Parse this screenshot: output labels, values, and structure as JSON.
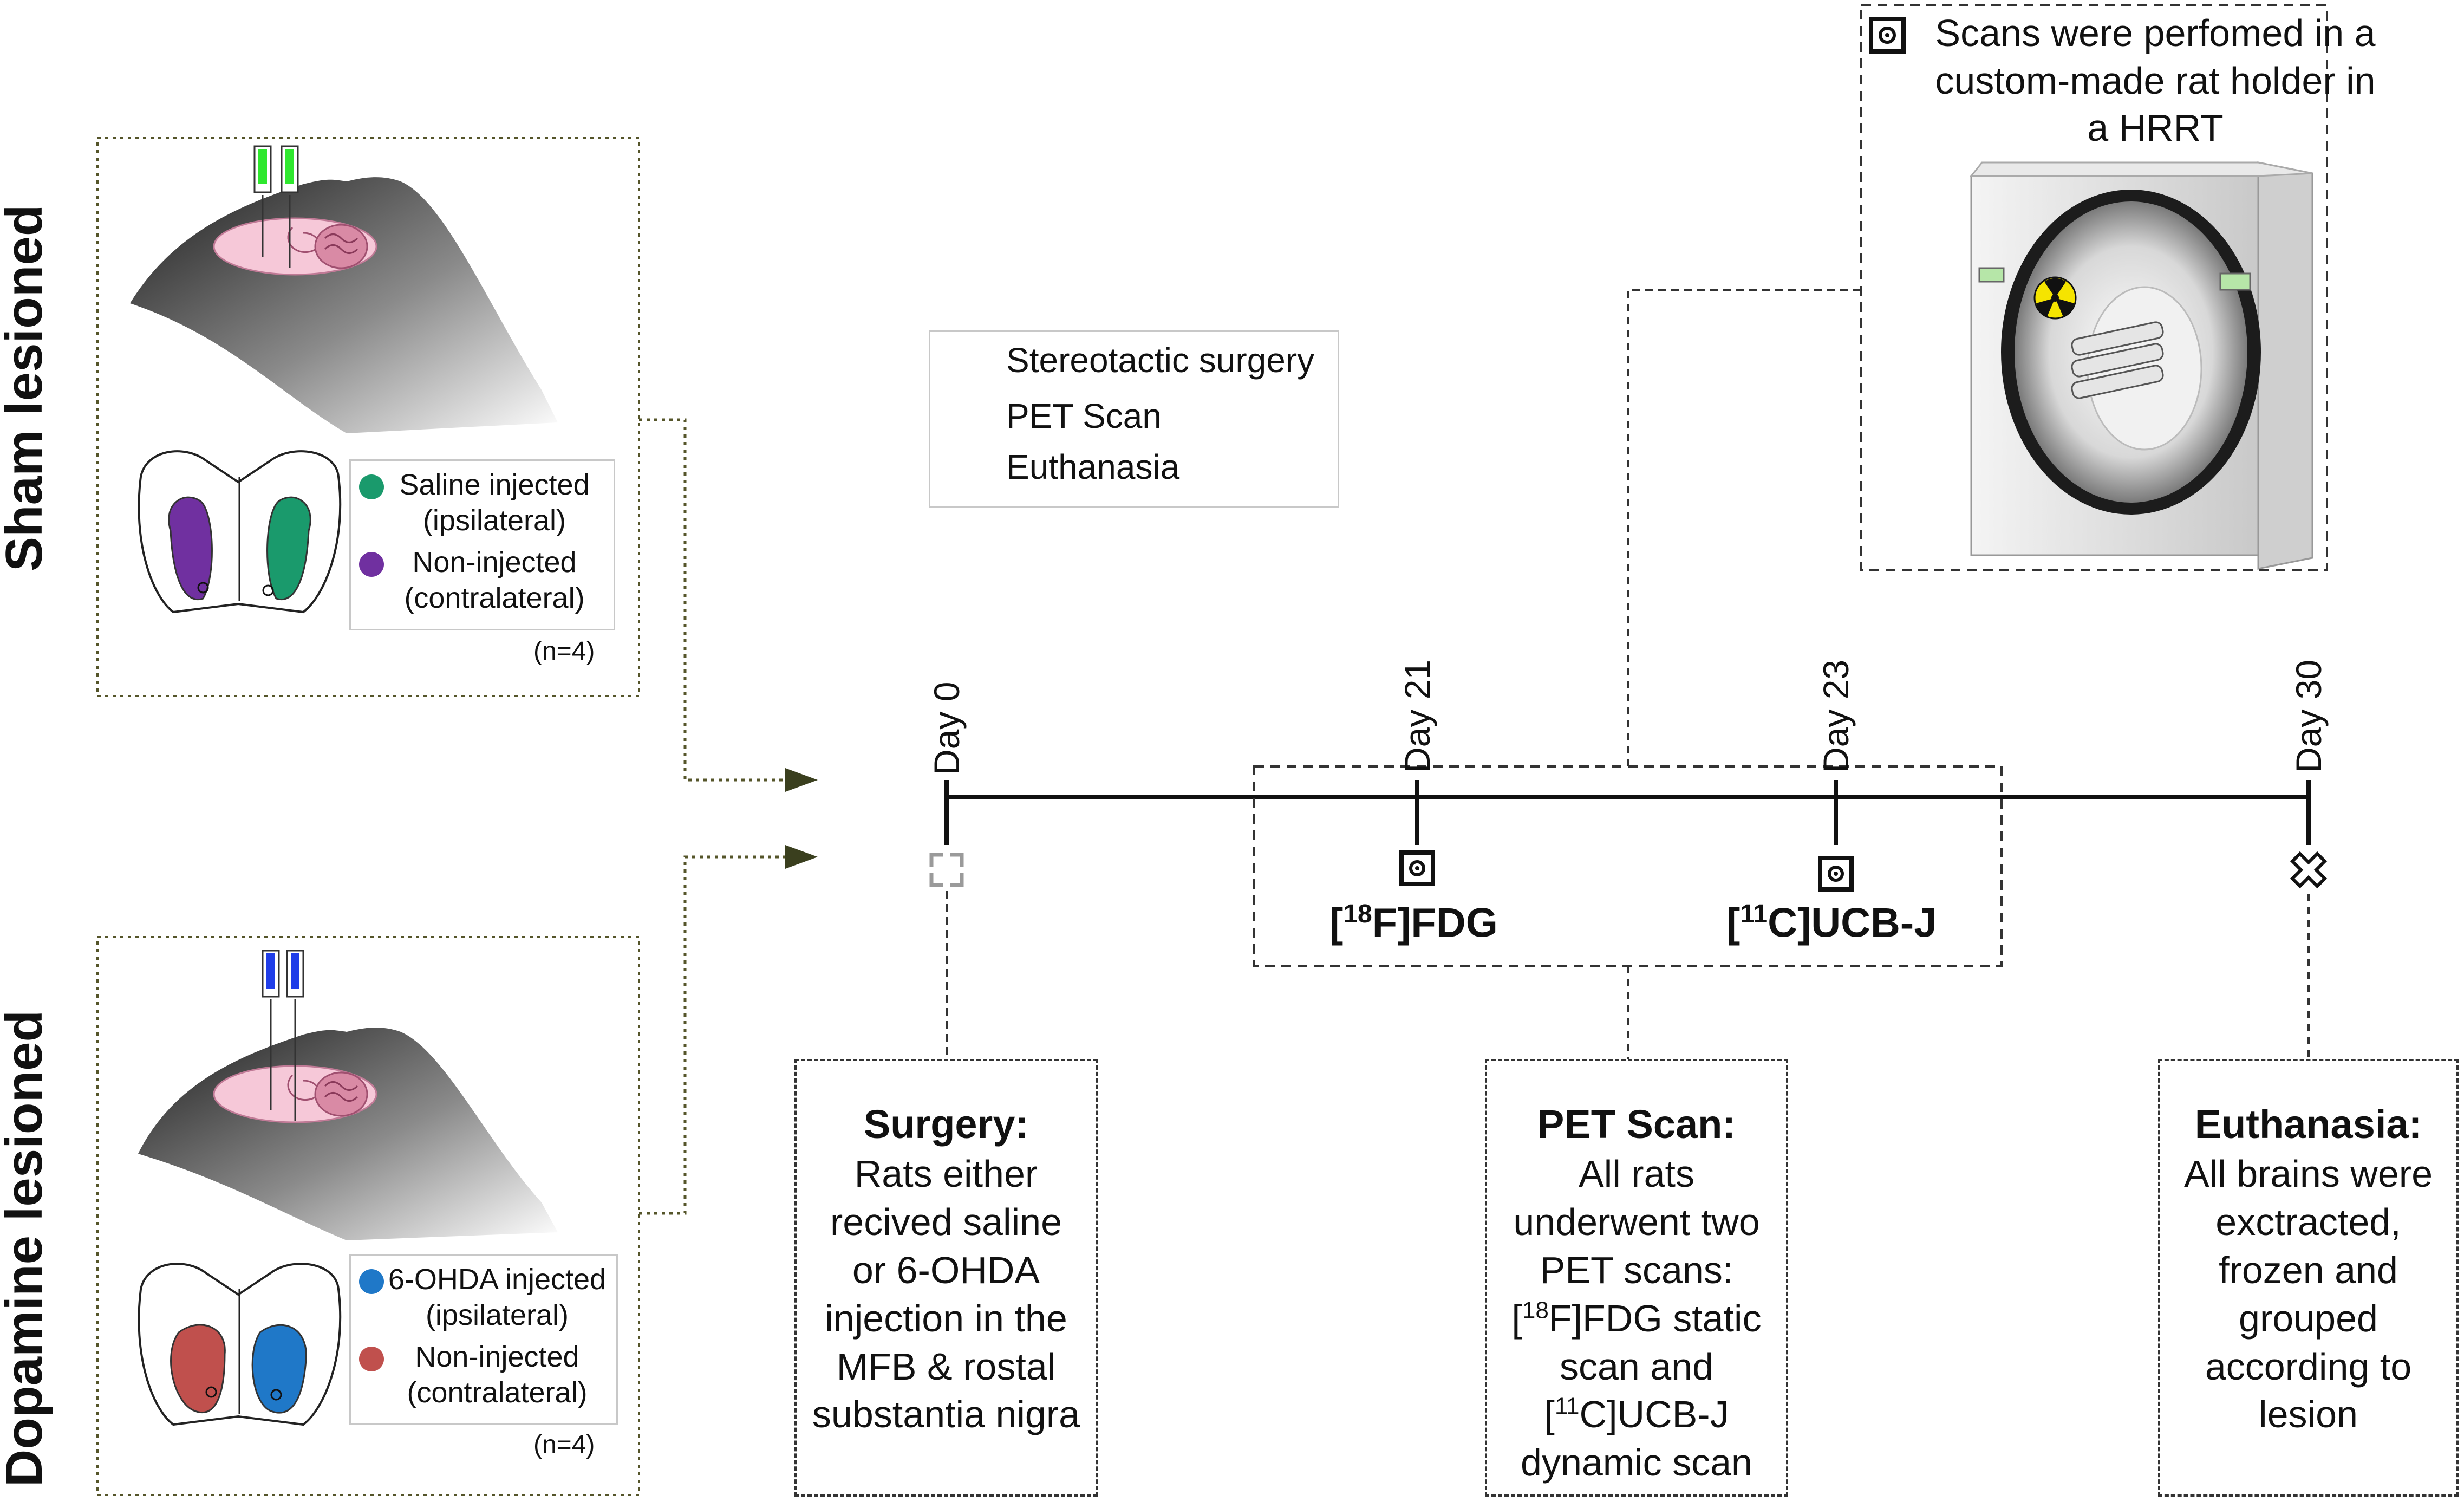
{
  "groups": {
    "sham": {
      "label": "Sham lesioned",
      "legend": [
        {
          "text_line1": "Saline injected",
          "text_line2": "(ipsilateral)",
          "color": "#1a9a6c"
        },
        {
          "text_line1": "Non-injected",
          "text_line2": "(contralateral)",
          "color": "#7030a0"
        }
      ],
      "n": "(n=4)",
      "syringe_color": "#2ee82e"
    },
    "dopamine": {
      "label": "Dopamine lesioned",
      "legend": [
        {
          "text_line1": "6-OHDA injected",
          "text_line2": "(ipsilateral)",
          "color": "#1f78c8"
        },
        {
          "text_line1": "Non-injected",
          "text_line2": "(contralateral)",
          "color": "#c0504d"
        }
      ],
      "n": "(n=4)",
      "syringe_color": "#1f3de8"
    }
  },
  "legend_key": {
    "surgery": "Stereotactic surgery",
    "pet": "PET Scan",
    "euthanasia": "Euthanasia"
  },
  "timeline": {
    "days": [
      {
        "label": "Day 0",
        "marker": "surgery"
      },
      {
        "label": "Day 21",
        "marker": "pet"
      },
      {
        "label": "Day 23",
        "marker": "pet"
      },
      {
        "label": "Day 30",
        "marker": "euthanasia"
      }
    ],
    "tracer_fdg_sup": "18",
    "tracer_fdg_rest": "F]FDG",
    "tracer_ucb_sup": "11",
    "tracer_ucb_rest": "C]UCB-J"
  },
  "scanner": {
    "caption_line1": "Scans were perfomed in a",
    "caption_line2": "custom-made rat holder in",
    "caption_line3": "a HRRT"
  },
  "boxes": {
    "surgery": {
      "title": "Surgery:",
      "lines": [
        "Rats either",
        "recived saline",
        "or 6-OHDA",
        "injection in the",
        "MFB & rostal",
        "substantia nigra"
      ]
    },
    "pet": {
      "title": "PET Scan:",
      "line1": "All rats",
      "line2": "underwent two",
      "line3": "PET scans:",
      "line4_sup": "18",
      "line4_rest": "F]FDG static",
      "line5": "scan and",
      "line6_sup": "11",
      "line6_rest": "C]UCB-J",
      "line7": "dynamic scan"
    },
    "euthanasia": {
      "title": "Euthanasia:",
      "lines": [
        "All brains were",
        "exctracted,",
        "frozen and",
        "grouped",
        "according to",
        "lesion"
      ]
    }
  }
}
